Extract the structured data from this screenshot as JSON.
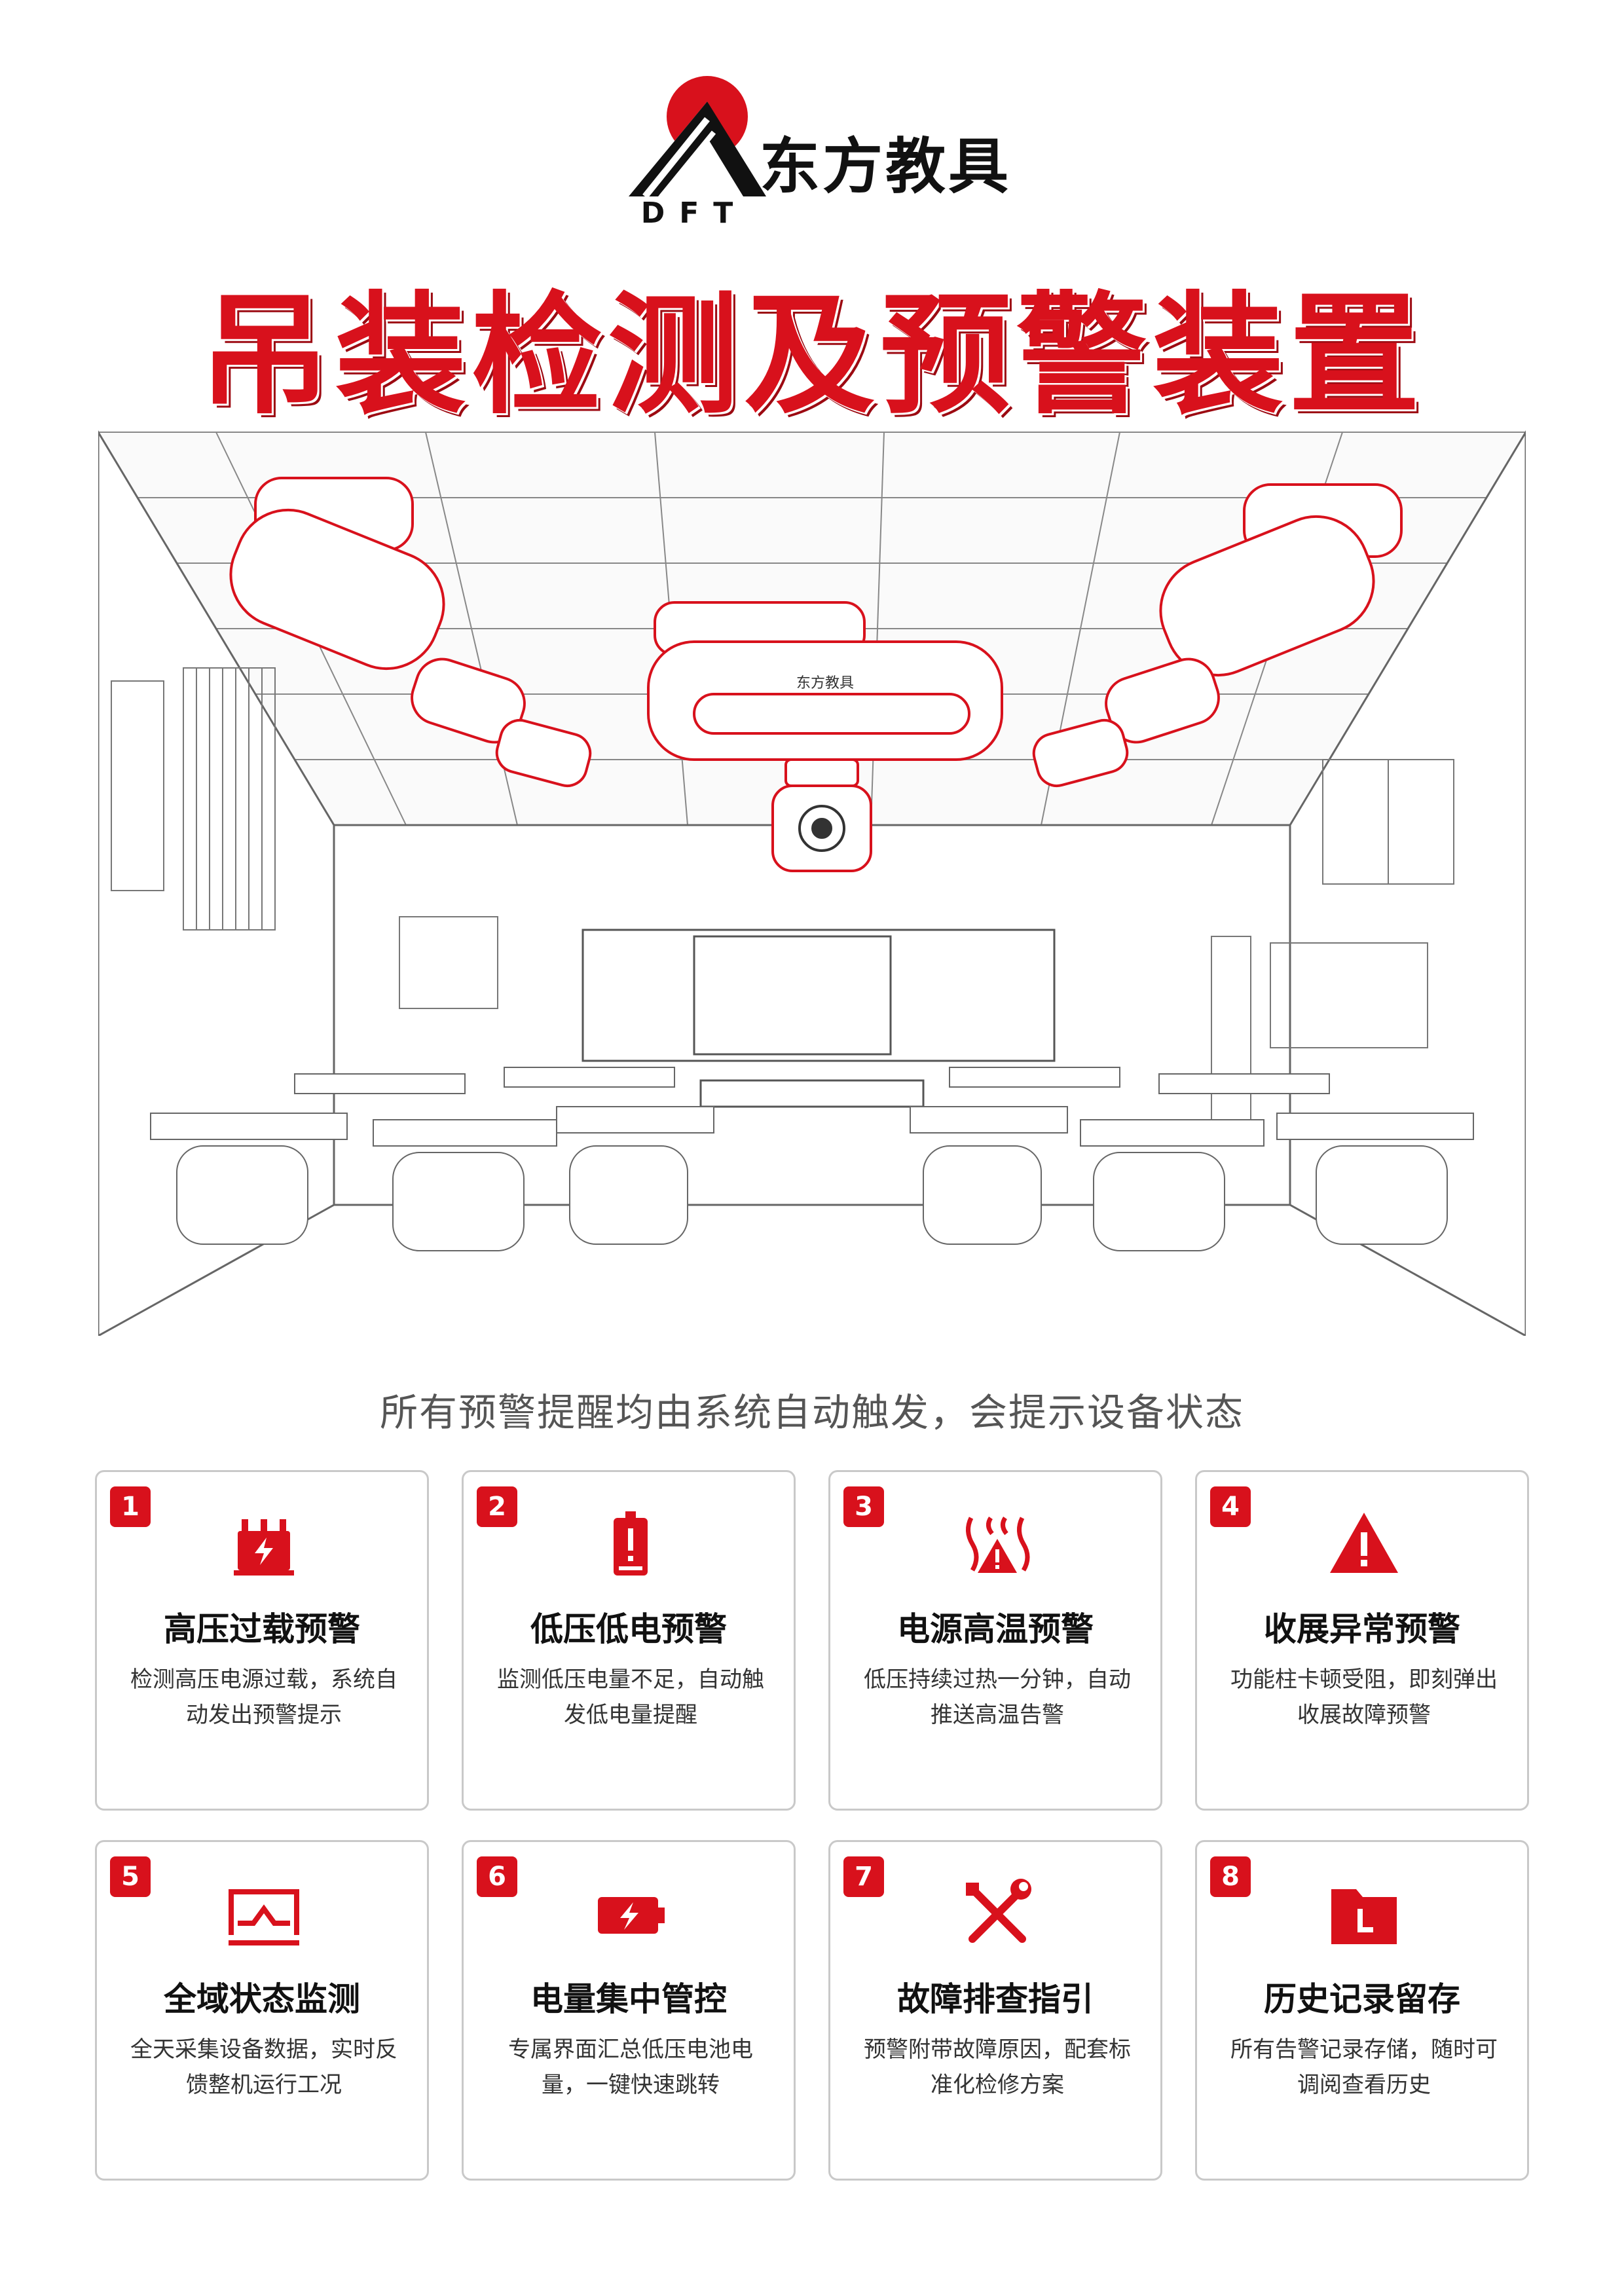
{
  "brand": {
    "logo_letters": "DFT",
    "name": "东方教具"
  },
  "title": "吊装检测及预警装置",
  "device_label": "东方教具",
  "subtitle": "所有预警提醒均由系统自动触发，会提示设备状态",
  "colors": {
    "accent": "#d8111c",
    "border": "#c9c9c9"
  },
  "cards": [
    {
      "num": "1",
      "icon": "high-voltage-transformer-icon",
      "title": "高压过载预警",
      "desc": "检测高压电源过载，系统自动发出预警提示"
    },
    {
      "num": "2",
      "icon": "low-battery-alert-icon",
      "title": "低压低电预警",
      "desc": "监测低压电量不足，自动触发低电量提醒"
    },
    {
      "num": "3",
      "icon": "heat-warning-icon",
      "title": "电源高温预警",
      "desc": "低压持续过热一分钟，自动推送高温告警"
    },
    {
      "num": "4",
      "icon": "warning-triangle-icon",
      "title": "收展异常预警",
      "desc": "功能柱卡顿受阻，即刻弹出收展故障预警"
    },
    {
      "num": "5",
      "icon": "monitor-wave-icon",
      "title": "全域状态监测",
      "desc": "全天采集设备数据，实时反馈整机运行工况"
    },
    {
      "num": "6",
      "icon": "battery-charge-icon",
      "title": "电量集中管控",
      "desc": "专属界面汇总低压电池电量，一键快速跳转"
    },
    {
      "num": "7",
      "icon": "wrench-screwdriver-icon",
      "title": "故障排查指引",
      "desc": "预警附带故障原因，配套标准化检修方案"
    },
    {
      "num": "8",
      "icon": "folder-history-icon",
      "title": "历史记录留存",
      "desc": "所有告警记录存储，随时可调阅查看历史"
    }
  ]
}
